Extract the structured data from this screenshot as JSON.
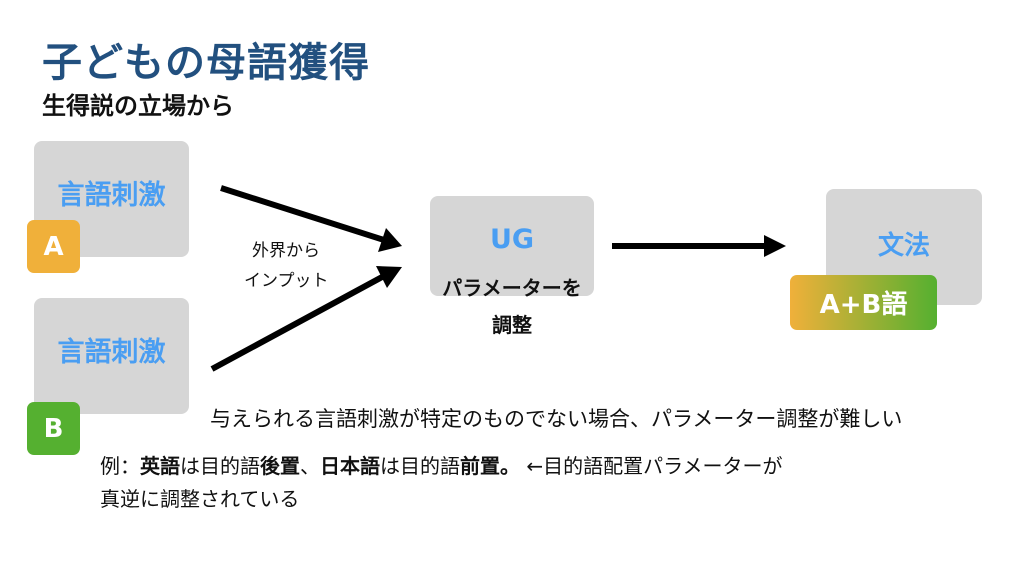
{
  "slide": {
    "title": "子どもの母語獲得",
    "subtitle": "生得説の立場から"
  },
  "diagram": {
    "stimulus_a": {
      "label": "言語刺激",
      "badge": "A",
      "badge_color": "#f0b03a"
    },
    "stimulus_b": {
      "label": "言語刺激",
      "badge": "B",
      "badge_color": "#55b030"
    },
    "input_label_line1": "外界から",
    "input_label_line2": "インプット",
    "ug": {
      "label": "UG",
      "caption_line1": "パラメーターを",
      "caption_line2": "調整"
    },
    "grammar": {
      "label": "文法",
      "badge": "A+B語",
      "badge_gradient": [
        "#f0b03a",
        "#55b030"
      ]
    },
    "colors": {
      "title": "#22507f",
      "box": "#d6d6d6",
      "box_label": "#4a9ef2",
      "arrow": "#000000"
    }
  },
  "notes": {
    "line1": "与えられる言語刺激が特定のものでない場合、パラメーター調整が難しい",
    "example": {
      "prefix": "例：",
      "english": "英語",
      "wa1": "は目的語",
      "postposition": "後置",
      "comma": "、",
      "japanese": "日本語",
      "wa2": "は目的語",
      "preposition": "前置",
      "period": "。",
      "arrow_note": " ←目的語配置パラメーターが",
      "line2": "真逆に調整されている"
    }
  }
}
